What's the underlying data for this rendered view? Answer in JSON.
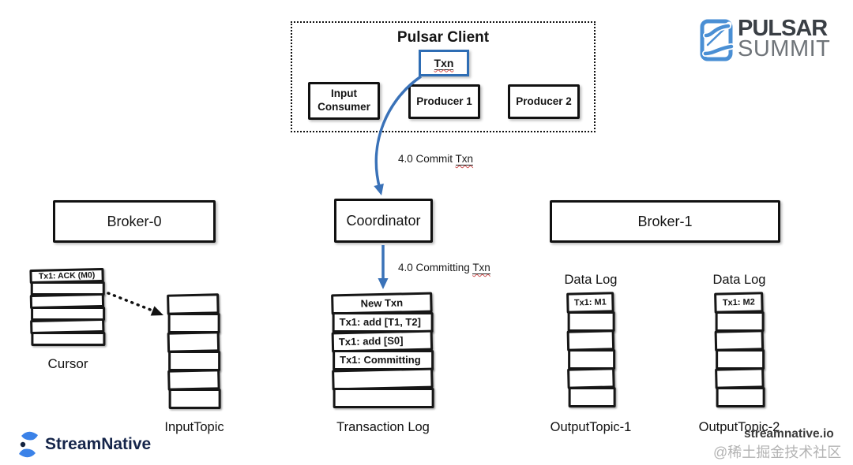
{
  "colors": {
    "background": "#ffffff",
    "box_border": "#111111",
    "txn_border": "#2e6db4",
    "arrow_blue": "#3a72b8",
    "dotted_arrow": "#111111",
    "pulsar_logo_blue": "#4a8fd4",
    "pulsar_text_dark": "#3a3f45",
    "summit_text_gray": "#6f7479",
    "streamnative_blue": "#3b82e8",
    "streamnative_text": "#15254a",
    "watermark_gray": "#b3b3b3",
    "spellcheck_red": "#d05050"
  },
  "client": {
    "title": "Pulsar Client",
    "txn": "Txn",
    "input_consumer": "Input Consumer",
    "producer1": "Producer 1",
    "producer2": "Producer 2"
  },
  "arrows": {
    "commit_prefix": "4.0 Commit",
    "commit_word": "Txn",
    "committing_prefix": "4.0 Committing",
    "committing_word": "Txn"
  },
  "brokers": {
    "broker0": "Broker-0",
    "coordinator": "Coordinator",
    "broker1": "Broker-1"
  },
  "cursor_stack": {
    "rows": [
      "Tx1: ACK (M0)",
      "",
      "",
      "",
      "",
      ""
    ],
    "label": "Cursor"
  },
  "input_topic": {
    "rows": [
      "",
      "",
      "",
      "",
      "",
      ""
    ],
    "label": "InputTopic"
  },
  "transaction_log": {
    "rows": [
      "New Txn",
      "Tx1: add [T1, T2]",
      "Tx1: add [S0]",
      "Tx1: Committing",
      "",
      ""
    ],
    "label": "Transaction Log"
  },
  "output_topic1": {
    "data_log": "Data Log",
    "rows": [
      "Tx1: M1",
      "",
      "",
      "",
      "",
      ""
    ],
    "label": "OutputTopic-1"
  },
  "output_topic2": {
    "data_log": "Data Log",
    "rows": [
      "Tx1: M2",
      "",
      "",
      "",
      "",
      ""
    ],
    "label": "OutputTopic-2"
  },
  "logos": {
    "pulsar_line1": "PULSAR",
    "pulsar_line2": "SUMMIT",
    "streamnative": "StreamNative"
  },
  "watermark": {
    "site": "streamnative.io",
    "community": "@稀土掘金技术社区"
  }
}
